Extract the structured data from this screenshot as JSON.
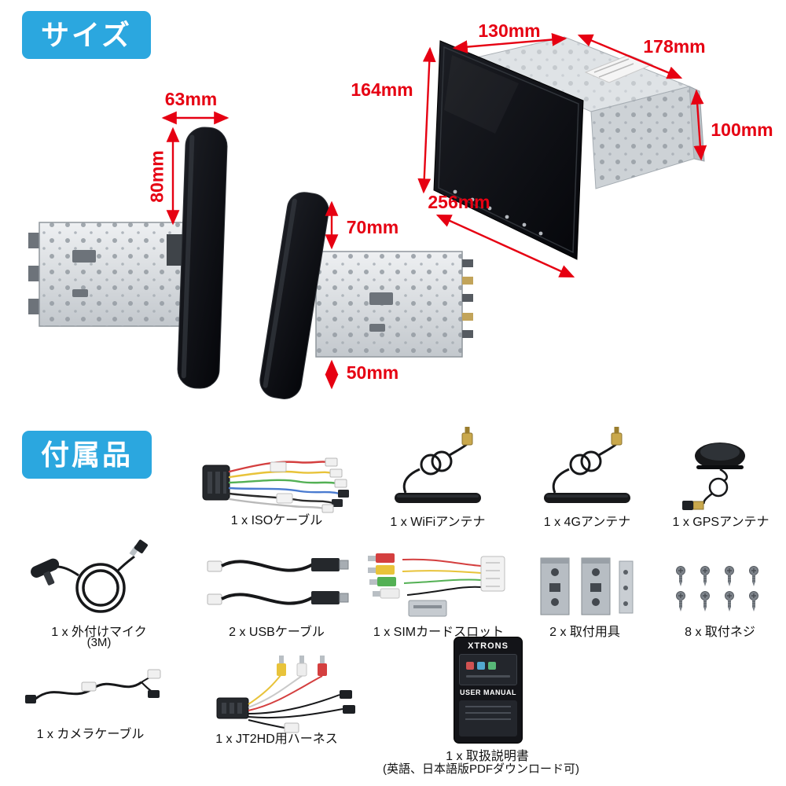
{
  "sections": {
    "size": {
      "title": "サイズ"
    },
    "accessories": {
      "title": "付属品"
    }
  },
  "dimensions": {
    "front_width": "130mm",
    "depth": "178mm",
    "screen_height": "164mm",
    "rear_height": "100mm",
    "screen_width": "256mm",
    "side_depth": "63mm",
    "top_offset": "80mm",
    "tilt_top": "70mm",
    "tilt_bottom": "50mm"
  },
  "accessories": [
    {
      "label": "1 x ISOケーブル"
    },
    {
      "label": "1 x WiFiアンテナ"
    },
    {
      "label": "1 x 4Gアンテナ"
    },
    {
      "label": "1 x GPSアンテナ"
    },
    {
      "label": "1 x 外付けマイク",
      "sub": "(3M)"
    },
    {
      "label": "2 x USBケーブル"
    },
    {
      "label": "1 x SIMカードスロット"
    },
    {
      "label": "2 x 取付用具"
    },
    {
      "label": "8 x 取付ネジ"
    },
    {
      "label": "1 x カメラケーブル"
    },
    {
      "label": "1 x JT2HD用ハーネス"
    },
    {
      "label": "1 x 取扱説明書",
      "sub": "(英語、日本語版PDFダウンロード可)"
    }
  ],
  "manual": {
    "brand": "XTRONS",
    "title": "USER MANUAL"
  },
  "colors": {
    "accent_blue": "#2BA7DF",
    "dimension_red": "#E60012"
  }
}
